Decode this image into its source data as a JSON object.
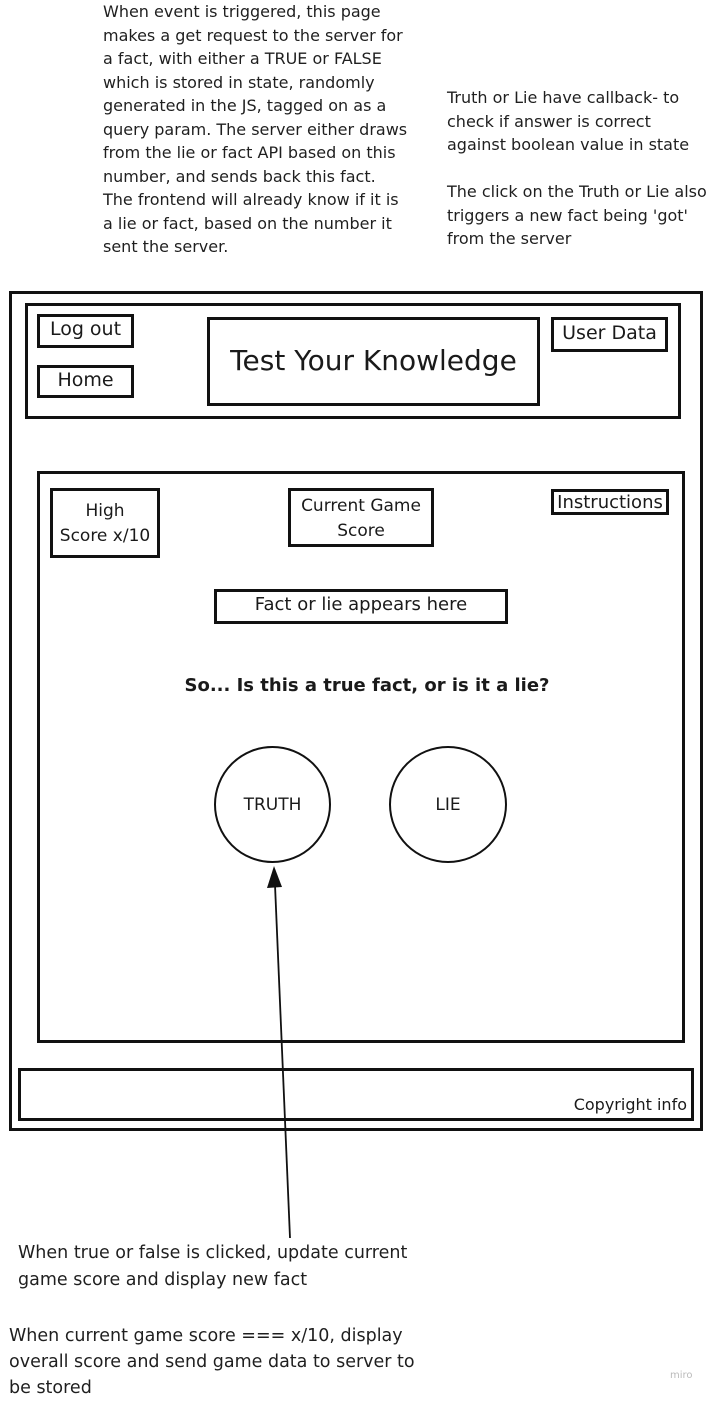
{
  "notes": {
    "top_left": "When event is triggered, this page makes a get request to the server for a fact, with either a TRUE or FALSE which is stored in state, randomly generated in the JS, tagged on as a query param. The server either draws from the lie or fact API based on this number, and sends back this fact. The frontend will already know if it is a lie or fact, based on the number it sent the server.",
    "top_right_1": "Truth or Lie have callback- to check if answer is correct against boolean value in state",
    "top_right_2": "The click on the Truth or Lie also triggers a new fact being 'got' from the server",
    "arrow_note": "When true or false is clicked, update current game score and display new fact",
    "bottom_note": "When current game score === x/10, display overall score and send game data to server to be stored"
  },
  "header": {
    "logout": "Log out",
    "home": "Home",
    "title": "Test Your Knowledge",
    "user_data": "User Data"
  },
  "game": {
    "high_score": "High Score x/10",
    "current_score": "Current Game Score",
    "instructions": "Instructions",
    "fact": "Fact or lie appears here",
    "question": "So... Is this a true fact, or is it a lie?",
    "truth": "TRUTH",
    "lie": "LIE"
  },
  "footer": {
    "copyright": "Copyright info"
  },
  "watermark": "miro"
}
